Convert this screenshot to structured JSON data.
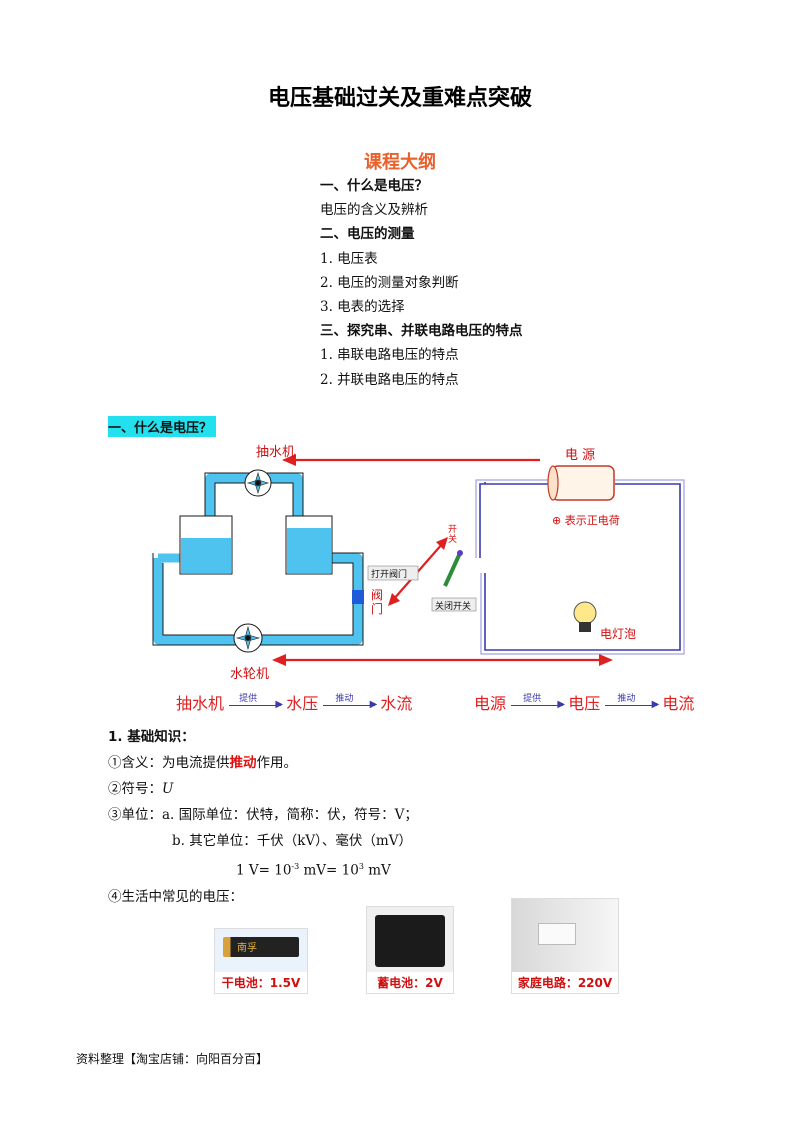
{
  "title": "电压基础过关及重难点突破",
  "outline": {
    "heading": "课程大纲",
    "items": [
      {
        "text": "一、什么是电压？",
        "bold": true
      },
      {
        "text": "电压的含义及辨析",
        "bold": false
      },
      {
        "text": "二、电压的测量",
        "bold": true
      },
      {
        "text": "1. 电压表",
        "bold": false
      },
      {
        "text": "2. 电压的测量对象判断",
        "bold": false
      },
      {
        "text": "3. 电表的选择",
        "bold": false
      },
      {
        "text": "三、探究串、并联电路电压的特点",
        "bold": true
      },
      {
        "text": "1. 串联电路电压的特点",
        "bold": false
      },
      {
        "text": "2. 并联电路电压的特点",
        "bold": false
      }
    ]
  },
  "section1": {
    "heading": "一、什么是电压？",
    "diagram": {
      "pump": "抽水机",
      "turbine": "水轮机",
      "open_valve": "打开阀门",
      "valve": "阀门",
      "switch": "开关",
      "close_switch": "关闭开关",
      "power": "电 源",
      "positive": "⊕ 表示正电荷",
      "bulb": "电灯泡"
    },
    "flow_left": {
      "a": "抽水机",
      "l1": "提供",
      "b": "水压",
      "l2": "推动",
      "c": "水流"
    },
    "flow_right": {
      "a": "电源",
      "l1": "提供",
      "b": "电压",
      "l2": "推动",
      "c": "电流"
    }
  },
  "basic": {
    "heading": "1. 基础知识：",
    "meaning_prefix": "①含义：为电流提供",
    "meaning_bold": "推动",
    "meaning_suffix": "作用。",
    "symbol_prefix": "②符号：",
    "symbol": "U",
    "unit_a": "③单位：a. 国际单位：伏特，简称：伏，符号：V；",
    "unit_b": "b. 其它单位：千伏（kV）、毫伏（mV）",
    "conv_1": "1 V= 10",
    "conv_exp1": "-3",
    "conv_2": " mV= 10",
    "conv_exp2": "3",
    "conv_3": " mV",
    "common": "④生活中常见的电压："
  },
  "photos": [
    {
      "caption": "干电池：1.5V",
      "brand": "南孚"
    },
    {
      "caption": "蓄电池：2V"
    },
    {
      "caption": "家庭电路：220V"
    }
  ],
  "footer": "资料整理【淘宝店铺：向阳百分百】",
  "colors": {
    "accent_orange": "#e8612c",
    "red": "#e02020",
    "cyan": "#22e0ee",
    "water": "#4fc3f0",
    "wire": "#3a3ab0"
  }
}
